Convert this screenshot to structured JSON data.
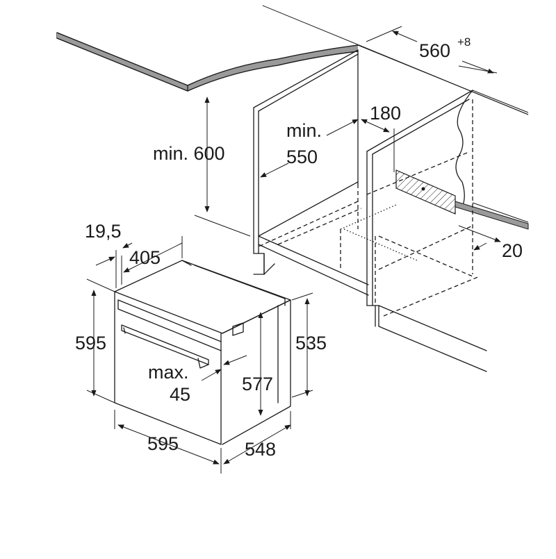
{
  "diagram": {
    "dimensions": {
      "cabinet_height_min": "min. 600",
      "cabinet_depth_min_line1": "min.",
      "cabinet_depth_min_line2": "550",
      "niche_width": "560",
      "niche_width_tolerance": "+8",
      "ventilation_depth": "180",
      "side_gap": "20",
      "handle_offset": "19,5",
      "door_depth": "405",
      "oven_height": "595",
      "oven_inner_height": "535",
      "oven_body_height": "577",
      "oven_width": "595",
      "oven_depth": "548",
      "handle_max_line1": "max.",
      "handle_max_line2": "45"
    }
  }
}
